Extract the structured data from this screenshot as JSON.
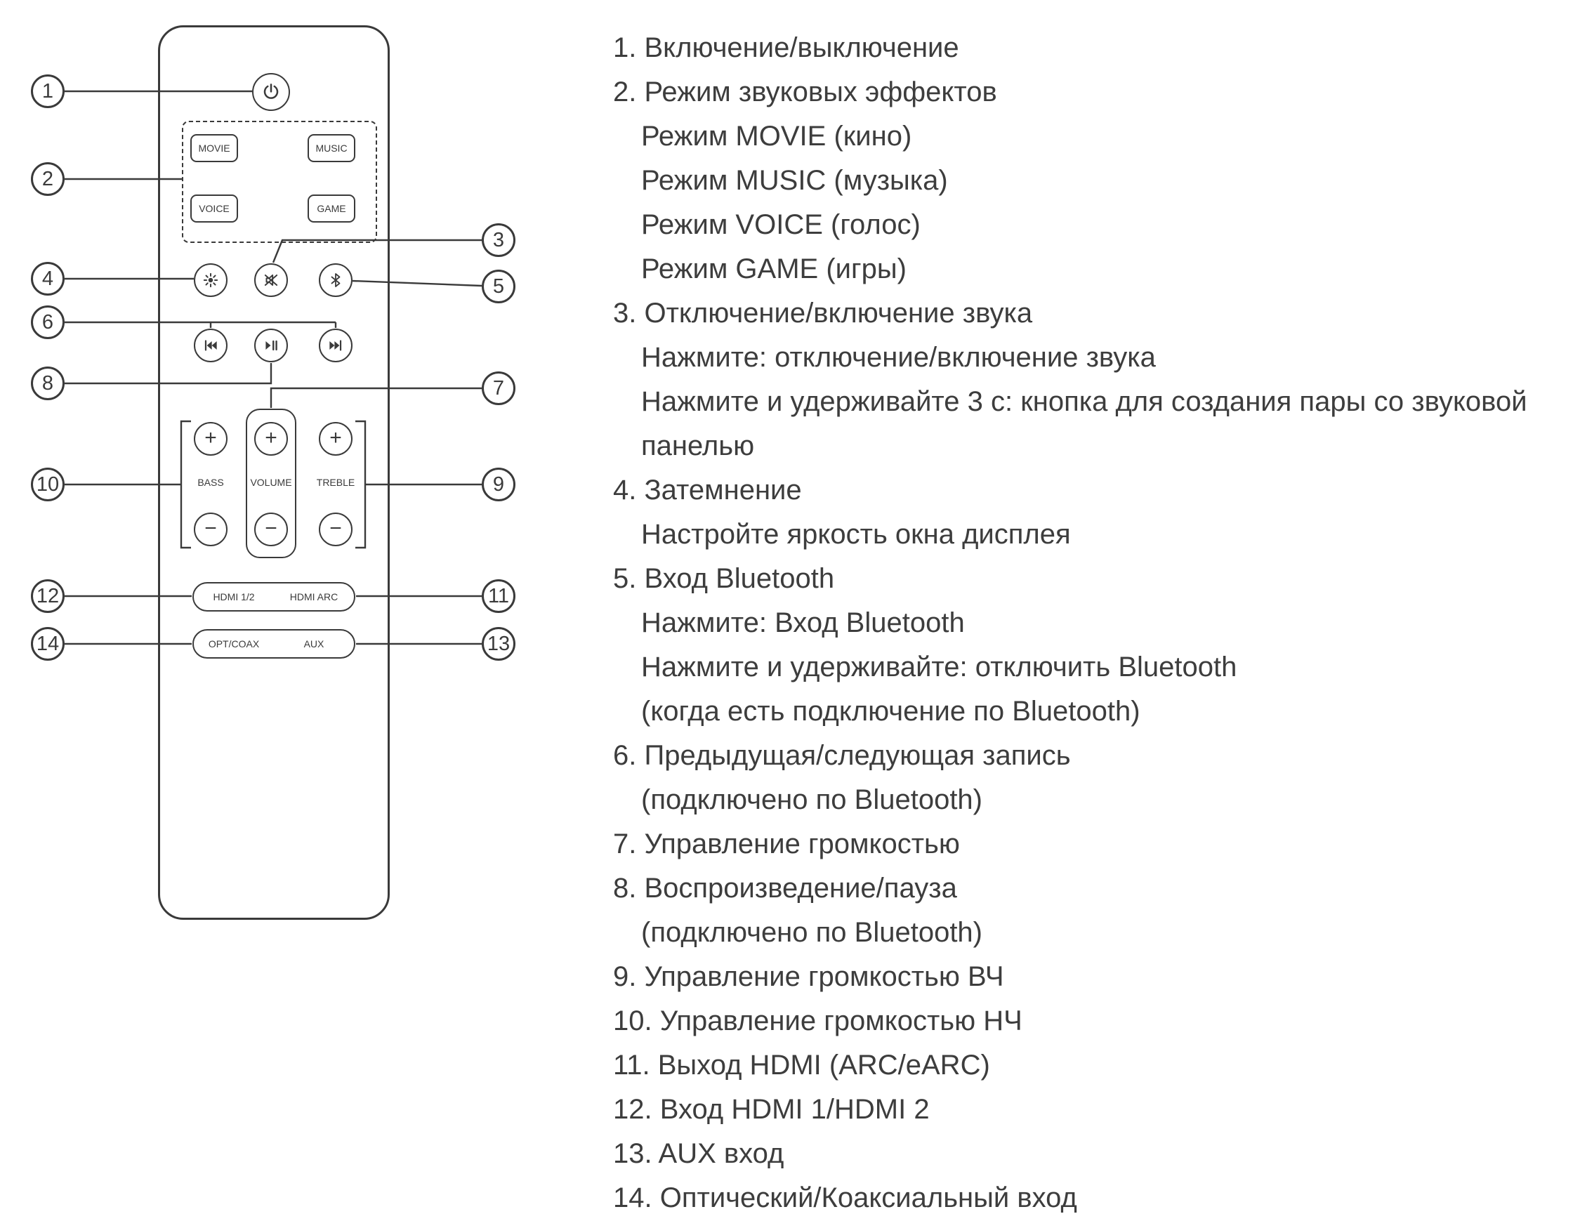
{
  "remote": {
    "callouts": [
      "1",
      "2",
      "3",
      "4",
      "5",
      "6",
      "7",
      "8",
      "9",
      "10",
      "11",
      "12",
      "13",
      "14"
    ],
    "modes": [
      "MOVIE",
      "MUSIC",
      "VOICE",
      "GAME"
    ],
    "labels": {
      "bass": "BASS",
      "volume": "VOLUME",
      "treble": "TREBLE",
      "plus": "+",
      "minus": "−",
      "hdmi_12": "HDMI 1/2",
      "hdmi_arc": "HDMI ARC",
      "opt_coax": "OPT/COAX",
      "aux": "AUX"
    },
    "icons": [
      "power-icon",
      "brightness-icon",
      "mute-icon",
      "bluetooth-icon",
      "previous-track-icon",
      "play-pause-icon",
      "next-track-icon"
    ],
    "colors": {
      "line": "#3a3a3a",
      "text": "#3d3d3d"
    }
  },
  "legend": {
    "lines": [
      "1. Включение/выключение",
      "2. Режим звуковых эффектов",
      "Режим MOVIE (кино)",
      "Режим MUSIC (музыка)",
      "Режим VOICE (голос)",
      "Режим GAME (игры)",
      "3. Отключение/включение звука",
      "Нажмите: отключение/включение звука",
      "Нажмите и удерживайте 3 с: кнопка для создания пары со звуковой",
      "панелью",
      "4. Затемнение",
      "Настройте яркость окна дисплея",
      "5. Вход Bluetooth",
      "Нажмите: Вход Bluetooth",
      "Нажмите и удерживайте: отключить Bluetooth",
      "(когда есть подключение по Bluetooth)",
      "6. Предыдущая/следующая запись",
      "(подключено по Bluetooth)",
      "7. Управление громкостью",
      "8. Воспроизведение/пауза",
      "(подключено по Bluetooth)",
      "9. Управление громкостью ВЧ",
      "10. Управление громкостью НЧ",
      "11. Выход HDMI (ARC/eARC)",
      "12. Вход HDMI 1/HDMI 2",
      "13. AUX вход",
      "14. Оптический/Коаксиальный вход"
    ]
  }
}
